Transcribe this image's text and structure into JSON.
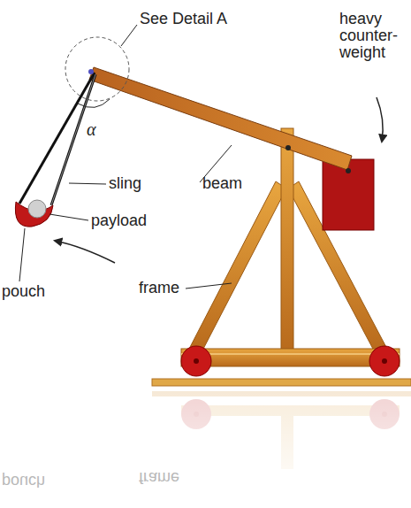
{
  "diagram": {
    "labels": [
      "See Detail A",
      "heavy counter- weight",
      "α",
      "sling",
      "beam",
      "payload",
      "pouch",
      "frame",
      "pouch",
      "frame"
    ]
  }
}
